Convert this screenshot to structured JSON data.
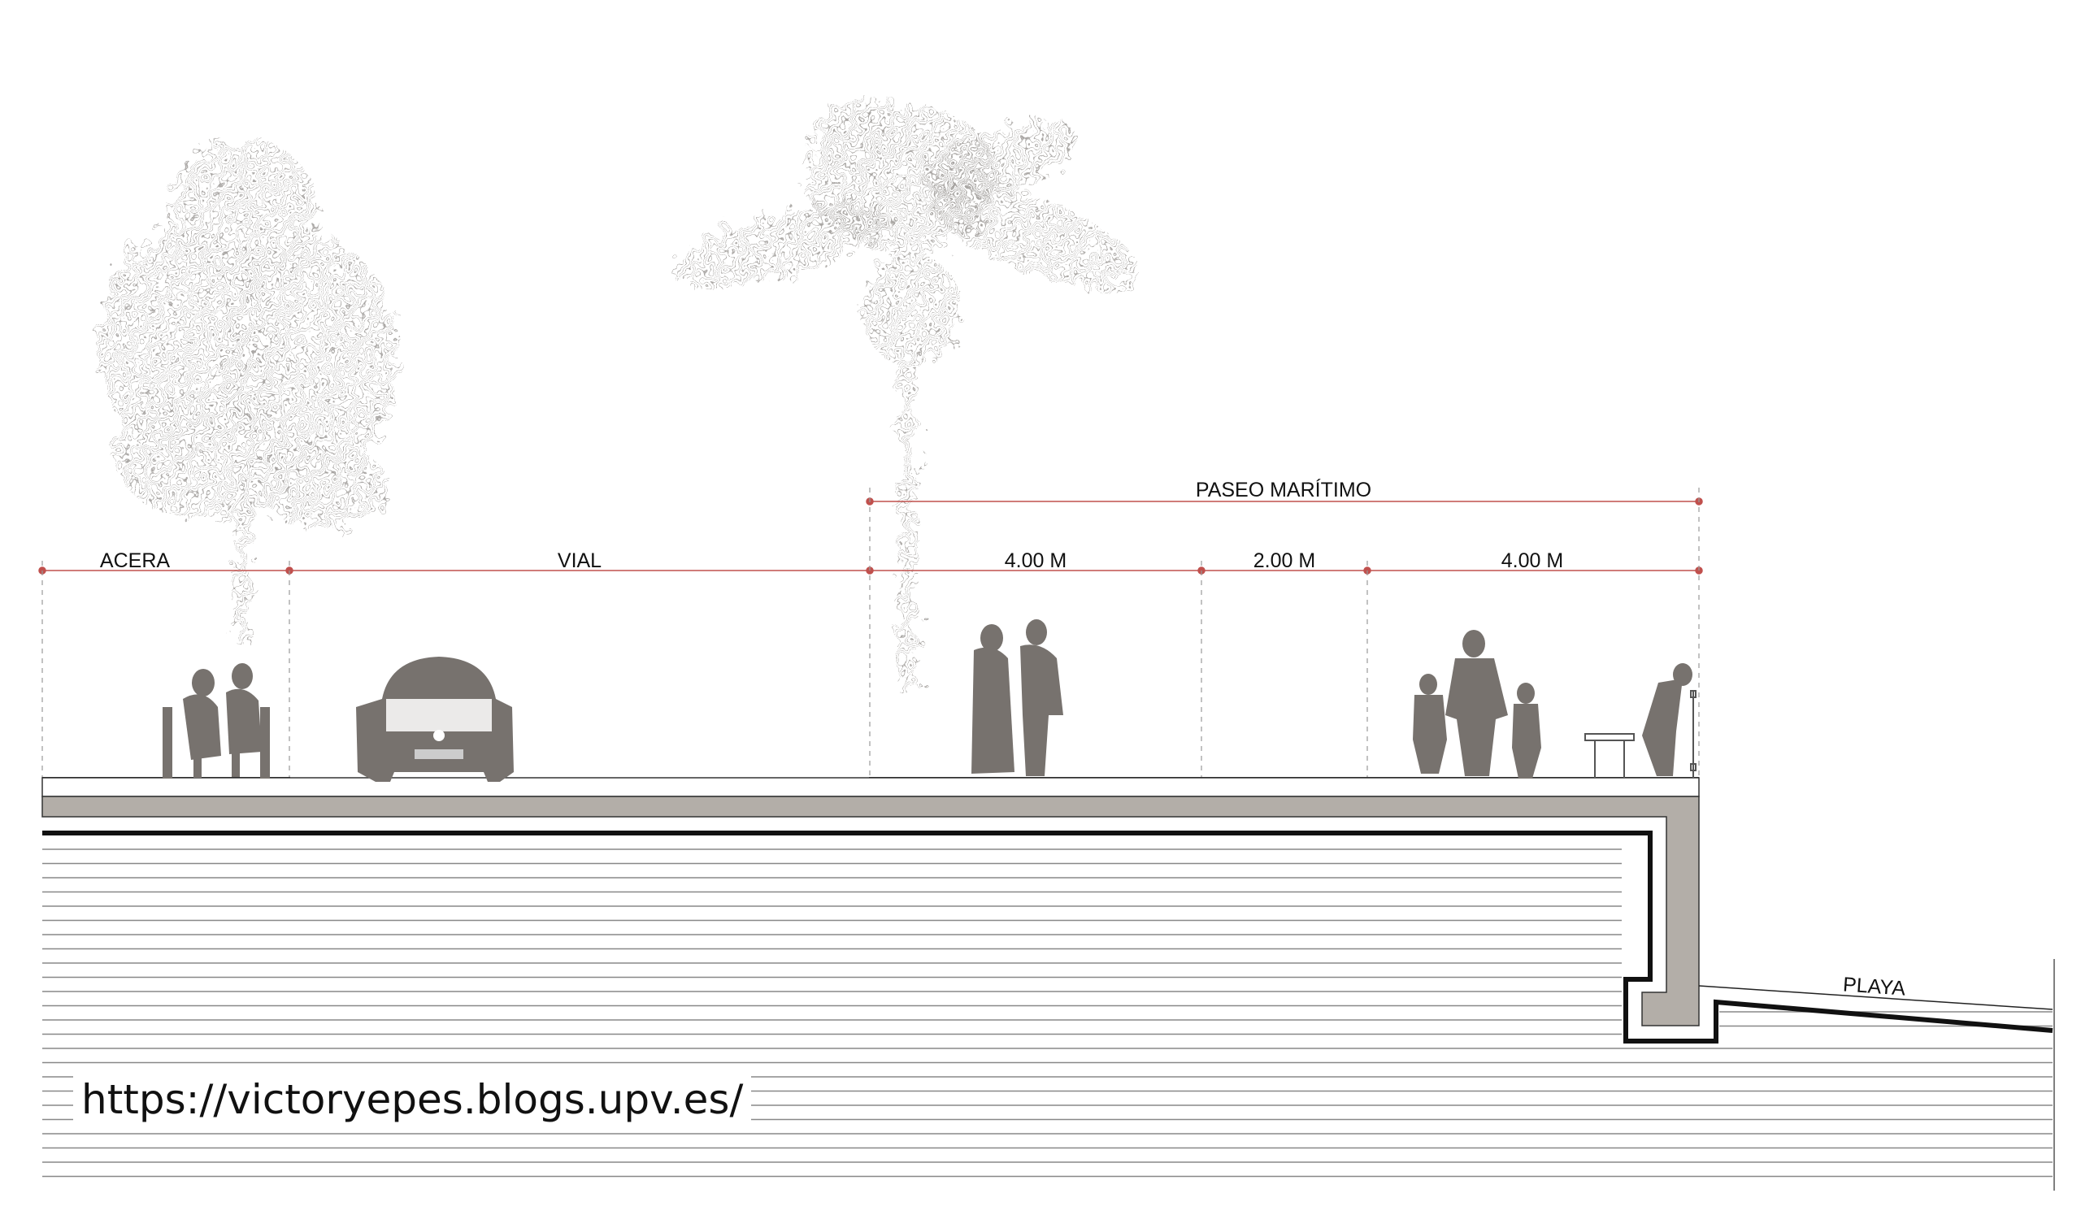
{
  "dimensions": {
    "overall": "PASEO MARÍTIMO",
    "segments": [
      "ACERA",
      "VIAL",
      "4.00 M",
      "2.00 M",
      "4.00 M"
    ]
  },
  "labels": {
    "beach": "PLAYA"
  },
  "watermark": "https://victoryepes.blogs.upv.es/",
  "colors": {
    "dimension": "#c0504d",
    "slab": "#b3aea8",
    "figure": "#77726e",
    "tree": "#a9a6a3",
    "ink": "#111111"
  }
}
